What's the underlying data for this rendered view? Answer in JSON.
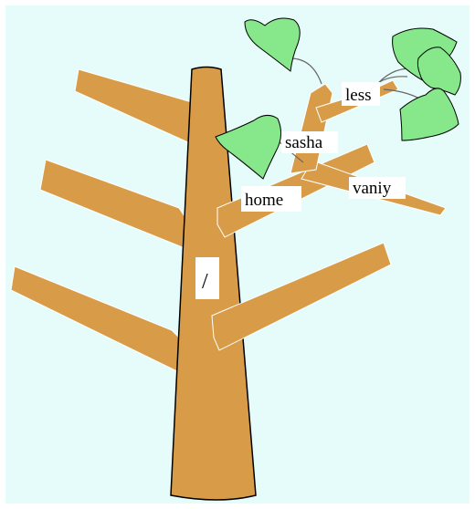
{
  "labels": {
    "root": "/",
    "home": "home",
    "sasha": "sasha",
    "vaniy": "vaniy",
    "less": "less"
  },
  "colors": {
    "background": "#e6fcfb",
    "wood": "#d89c48",
    "leaf": "#86e88a",
    "label_bg": "#ffffff",
    "outline": "#000000"
  }
}
